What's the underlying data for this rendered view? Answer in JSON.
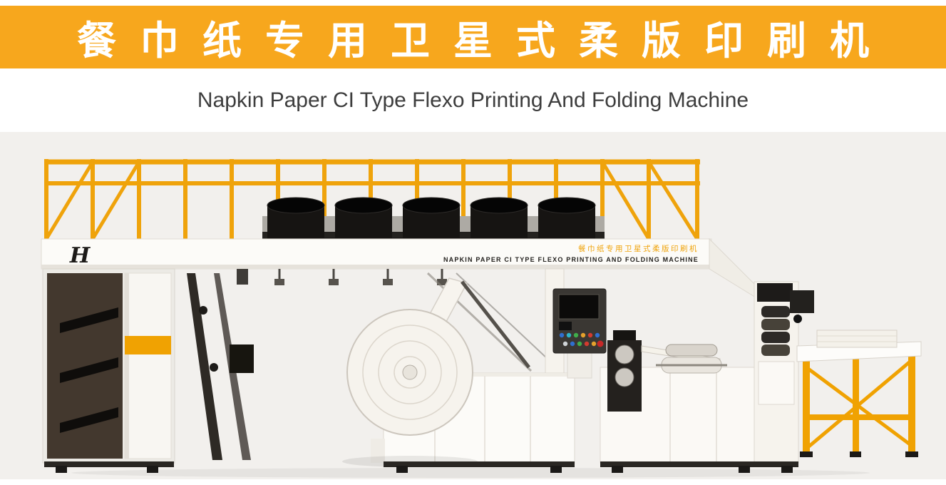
{
  "banner": {
    "title_zh": "餐巾纸专用卫星式柔版印刷机",
    "bg_color": "#F7A71D",
    "text_color": "#FFFFFF"
  },
  "subtitle": {
    "text": "Napkin Paper CI Type Flexo Printing And Folding Machine",
    "color": "#3D3D3D"
  },
  "machine_render": {
    "beam_label_zh": "餐巾纸专用卫星式柔版印刷机",
    "beam_label_en": "NAPKIN PAPER CI TYPE FLEXO PRINTING AND FOLDING MACHINE",
    "logo_mark": "H",
    "colors": {
      "railing_orange": "#EFA30B",
      "accent_orange": "#F0A202",
      "body_white": "#FBFAF7",
      "dark_metal": "#1F1D1A",
      "glass_brown": "#362A20",
      "backdrop": "#F2F0ED"
    }
  }
}
